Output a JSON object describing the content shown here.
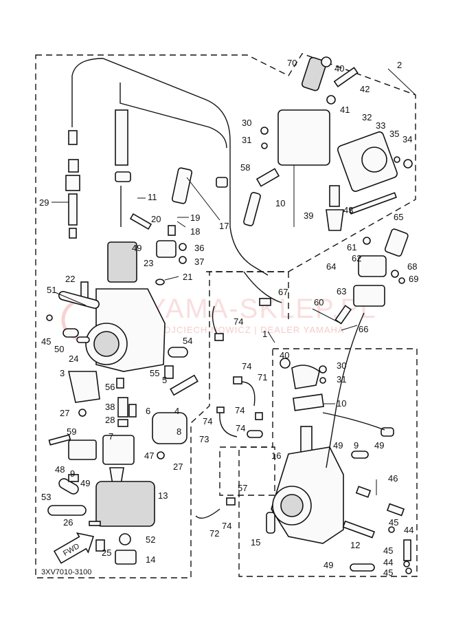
{
  "diagram": {
    "part_code": "3XV7010-3100",
    "fwd_label": "FWD",
    "watermark": {
      "brand": "YAMA-SKLEP.PL",
      "sub": "WOJCIECH NOWICZ | DEALER YAMAHA"
    },
    "labels": [
      "2",
      "70",
      "40",
      "42",
      "41",
      "30",
      "31",
      "32",
      "33",
      "35",
      "34",
      "58",
      "10",
      "39",
      "43",
      "29",
      "11",
      "17",
      "19",
      "18",
      "20",
      "36",
      "49",
      "23",
      "37",
      "21",
      "22",
      "51",
      "45",
      "50",
      "65",
      "61",
      "62",
      "64",
      "68",
      "69",
      "63",
      "67",
      "60",
      "66",
      "74",
      "1",
      "54",
      "24",
      "3",
      "56",
      "55",
      "5",
      "38",
      "4",
      "6",
      "28",
      "27",
      "8",
      "59",
      "7",
      "47",
      "48",
      "9",
      "13",
      "53",
      "26",
      "52",
      "25",
      "14",
      "46",
      "44",
      "12",
      "15",
      "16",
      "57",
      "72",
      "73",
      "71"
    ]
  }
}
